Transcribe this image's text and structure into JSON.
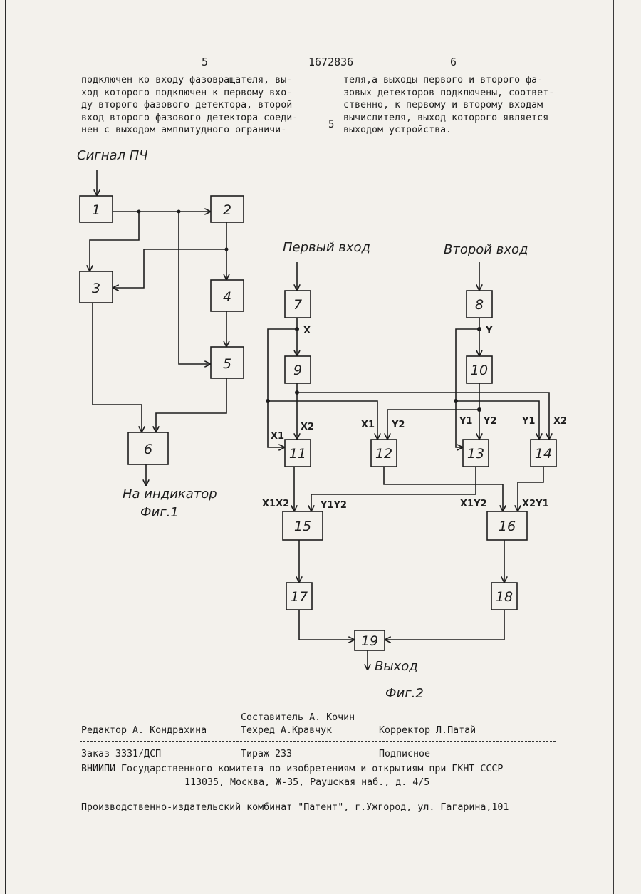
{
  "header": {
    "page_left": "5",
    "patent_number": "1672836",
    "page_right": "6"
  },
  "left_column": [
    "подключен ко входу фазовращателя, вы-",
    "ход которого подключен к первому вхо-",
    "ду второго фазового детектора, второй",
    "вход второго фазового детектора соеди-",
    "нен с выходом амплитудного ограничи-"
  ],
  "line_number_marker": "5",
  "right_column": [
    "теля,а выходы первого и второго фа-",
    "зовых детекторов подключены, соответ-",
    "ственно, к первому и второму входам",
    "вычислителя, выход которого является",
    "выходом устройства."
  ],
  "fig1": {
    "input_label": "Сигнал ПЧ",
    "blocks": [
      "1",
      "2",
      "3",
      "4",
      "5",
      "6"
    ],
    "output_label": "На индикатор",
    "caption": "Фиг.1"
  },
  "fig2": {
    "input1_label": "Первый вход",
    "input2_label": "Второй вход",
    "blocks": [
      "7",
      "8",
      "9",
      "10",
      "11",
      "12",
      "13",
      "14",
      "15",
      "16",
      "17",
      "18",
      "19"
    ],
    "signal_labels": {
      "x": "X",
      "y": "Y",
      "b11_in1": "X1",
      "b11_in2": "X2",
      "b12_in1": "X1",
      "b12_in2": "Y2",
      "b13_in1": "Y1",
      "b13_in2": "Y2",
      "b14_in1": "Y1",
      "b14_in2": "X2",
      "b15_in1": "X1X2",
      "b15_in2": "Y1Y2",
      "b16_in1": "X1Y2",
      "b16_in2": "X2Y1"
    },
    "output_label": "Выход",
    "caption": "Фиг.2"
  },
  "imprint": {
    "compiler": "Составитель А. Кочин",
    "editor": "Редактор А. Кондрахина",
    "techred": "Техред А.Кравчук",
    "corrector": "Корректор Л.Патай",
    "order": "Заказ 3331/ДСП",
    "circulation": "Тираж 233",
    "subscription": "Подписное",
    "org_line": "ВНИИПИ Государственного комитета по изобретениям и открытиям при ГКНТ СССР",
    "address": "113035, Москва, Ж-35, Раушская наб., д. 4/5",
    "publisher": "Производственно-издательский комбинат \"Патент\", г.Ужгород, ул. Гагарина,101"
  }
}
